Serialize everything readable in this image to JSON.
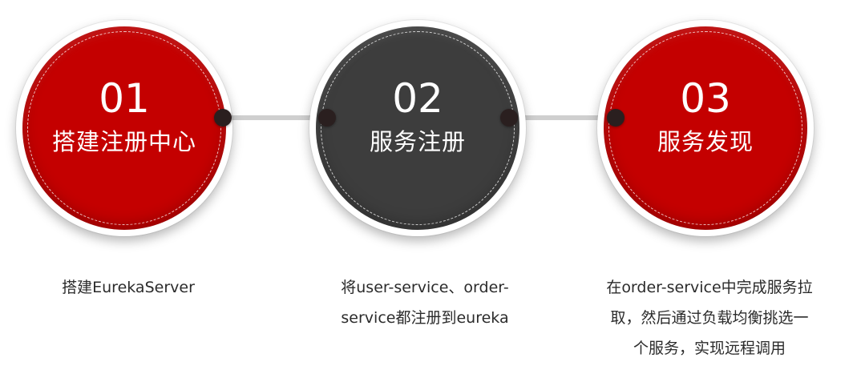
{
  "colors": {
    "step1": "#c40000",
    "step2": "#3d3d3d",
    "step3": "#c40000",
    "connector": "#cfcfcf",
    "dot": "#2a1f1f"
  },
  "steps": [
    {
      "number": "01",
      "title": "搭建注册中心",
      "description": "搭建EurekaServer"
    },
    {
      "number": "02",
      "title": "服务注册",
      "description": "将user-service、order-\nservice都注册到eureka"
    },
    {
      "number": "03",
      "title": "服务发现",
      "description": "在order-service中完成服务拉\n取，然后通过负载均衡挑选一\n个服务，实现远程调用"
    }
  ]
}
